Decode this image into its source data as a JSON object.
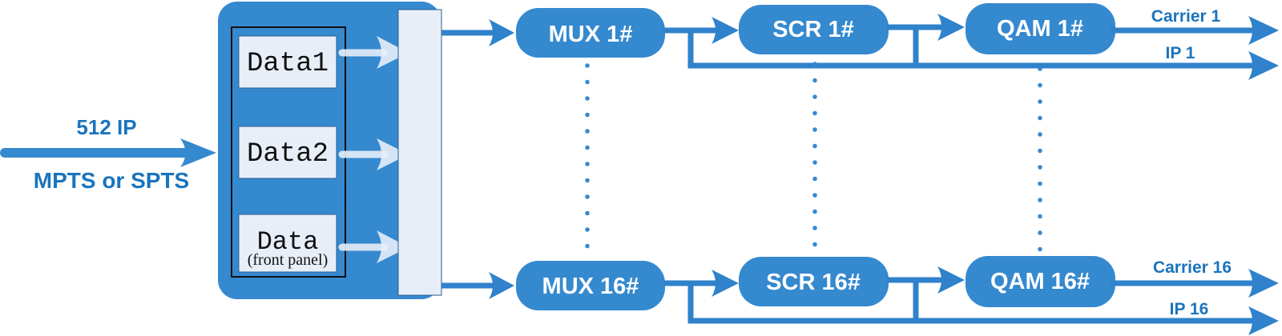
{
  "colors": {
    "primary": "#3589cf",
    "line": "#2f82cb",
    "text_blue": "#1a74bd",
    "panel_light": "#e8eef8",
    "white": "#ffffff",
    "dark_border": "#111111"
  },
  "input": {
    "top_label": "512 IP",
    "bottom_label": "MPTS or SPTS"
  },
  "source_box": {
    "sources": [
      {
        "label": "Data1"
      },
      {
        "label": "Data2"
      },
      {
        "label": "Data",
        "sublabel": "(front panel)"
      }
    ]
  },
  "channels": [
    {
      "mux": "MUX 1#",
      "scr": "SCR 1#",
      "qam": "QAM 1#",
      "carrier_label": "Carrier 1",
      "ip_label": "IP 1"
    },
    {
      "mux": "MUX 16#",
      "scr": "SCR 16#",
      "qam": "QAM 16#",
      "carrier_label": "Carrier 16",
      "ip_label": "IP 16"
    }
  ]
}
